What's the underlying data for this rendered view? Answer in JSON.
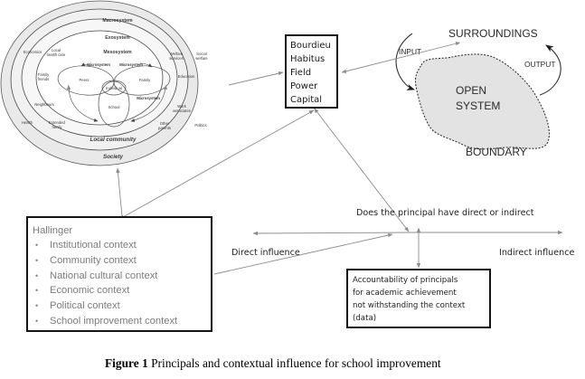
{
  "figure": {
    "caption_label": "Figure 1",
    "caption_text": " Principals and contextual influence for school improvement"
  },
  "ecological_model": {
    "rings": {
      "macrosystem": "Macrosystem",
      "exosystem": "Exosystem",
      "mesosystem": "Mesosystem",
      "local_community": "Local community",
      "society": "Society"
    },
    "microsystem_labels": [
      "Microsystem",
      "Microsystem",
      "Microsystem"
    ],
    "core": {
      "peers": "Peers",
      "family": "Family",
      "individual": "Individual",
      "school": "School"
    },
    "exosystem_items": {
      "local_health_care": [
        "Local",
        "health care"
      ],
      "family_friends": [
        "Family",
        "friends"
      ],
      "neighbours": "Neighbours",
      "extended_family": [
        "Extended",
        "family"
      ],
      "welfare_services": [
        "Welfare",
        "services"
      ],
      "education": "Education",
      "work_associates": [
        "Work",
        "associates"
      ],
      "other_parents": [
        "Other",
        "parents"
      ]
    },
    "macrosystem_items": {
      "economics": "Economics",
      "health": "Health",
      "social_welfare": [
        "Social",
        "welfare"
      ],
      "politics": "Politics"
    },
    "colors": {
      "outer_fill": "#e9e9e9",
      "inner_fill": "#ffffff",
      "stroke": "#4a4a4a"
    }
  },
  "bourdieu": {
    "lines": [
      "Bourdieu",
      "Habitus",
      "Field",
      "Power",
      "Capital"
    ]
  },
  "open_system": {
    "surroundings": "SURROUNDINGS",
    "input": "INPUT",
    "output": "OUTPUT",
    "system_lines": [
      "OPEN",
      "SYSTEM"
    ],
    "boundary": "BOUNDARY",
    "colors": {
      "fill": "#e3e3e3",
      "border": "#333333"
    }
  },
  "hallinger": {
    "title": "Hallinger",
    "bullet": "•",
    "items": [
      "Institutional context",
      "Community context",
      "National cultural context",
      "Economic context",
      "Political context",
      "School improvement context"
    ]
  },
  "influence_axis": {
    "question": "Does the principal have direct or indirect",
    "left_label": "Direct influence",
    "right_label": "Indirect influence"
  },
  "accountability": {
    "lines": [
      "Accountability of principals",
      "for academic achievement",
      "not withstanding the context",
      "(data)"
    ]
  },
  "connector_color": "#8c8c8c"
}
